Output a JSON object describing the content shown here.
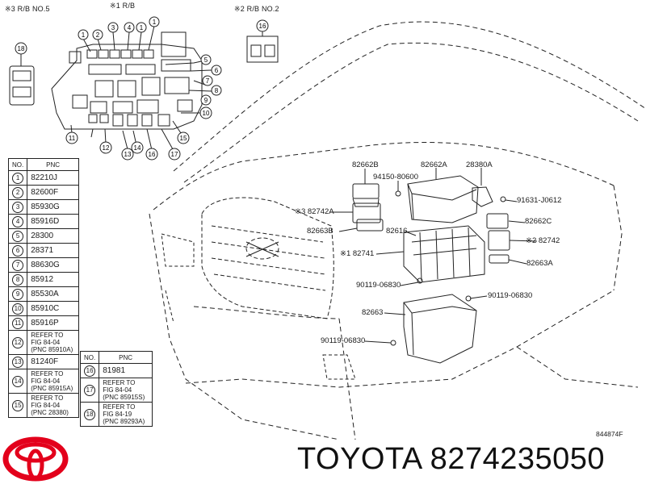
{
  "header": {
    "rb5": "※3  R/B NO.5",
    "rb1": "※1  R/B",
    "rb2": "※2  R/B NO.2"
  },
  "callouts": {
    "c1": "82662B",
    "c2": "82662A",
    "c3": "28380A",
    "c4": "94150-80600",
    "c5": "91631-J0612",
    "c6": "※3  82742A",
    "c7": "82662C",
    "c8": "82663B",
    "c9": "82616",
    "c10": "※2  82742",
    "c11": "※1  82741",
    "c12": "82663A",
    "c13": "90119-06830",
    "c14": "90119-06830",
    "c15": "82663",
    "c16": "90119-06830"
  },
  "table_header": {
    "no": "NO.",
    "pnc": "PNC"
  },
  "parts_table": [
    {
      "no": "1",
      "pnc": "82210J"
    },
    {
      "no": "2",
      "pnc": "82600F"
    },
    {
      "no": "3",
      "pnc": "85930G"
    },
    {
      "no": "4",
      "pnc": "85916D"
    },
    {
      "no": "5",
      "pnc": "28300"
    },
    {
      "no": "6",
      "pnc": "28371"
    },
    {
      "no": "7",
      "pnc": "88630G"
    },
    {
      "no": "8",
      "pnc": "85912"
    },
    {
      "no": "9",
      "pnc": "85530A"
    },
    {
      "no": "10",
      "pnc": "85910C"
    },
    {
      "no": "11",
      "pnc": "85916P"
    }
  ],
  "refer_rows": {
    "r12": {
      "no": "12",
      "l1": "REFER TO",
      "l2": "FIG  84-04",
      "l3": "(PNC 85910A)"
    },
    "r13": {
      "no": "13",
      "pnc": "81240F"
    },
    "r14": {
      "no": "14",
      "l1": "REFER TO",
      "l2": "FIG  84-04",
      "l3": "(PNC 85915A)"
    },
    "r15": {
      "no": "15",
      "l1": "REFER TO",
      "l2": "FIG  84-04",
      "l3": "(PNC 28380)"
    }
  },
  "table2": {
    "header": {
      "no": "NO.",
      "pnc": "PNC"
    },
    "r16": {
      "no": "16",
      "pnc": "81981"
    },
    "r17": {
      "no": "17",
      "l1": "REFER TO",
      "l2": "FIG  84-04",
      "l3": "(PNC 85915S)"
    },
    "r18": {
      "no": "18",
      "l1": "REFER TO",
      "l2": "FIG    84-19",
      "l3": "(PNC 89293A)"
    }
  },
  "fig_code": "844874F",
  "brand_line": "TOYOTA 8274235050",
  "bubbles": {
    "b1": "1",
    "b2": "2",
    "b3": "3",
    "b4": "4",
    "b5": "5",
    "b6": "6",
    "b7": "7",
    "b8": "8",
    "b9": "9",
    "b10": "10",
    "b11": "11",
    "b12": "12",
    "b13": "13",
    "b14": "14",
    "b15": "15",
    "b16": "16",
    "b17": "17",
    "b18": "18"
  },
  "colors": {
    "logo_red": "#e3001b",
    "line": "#222222"
  }
}
